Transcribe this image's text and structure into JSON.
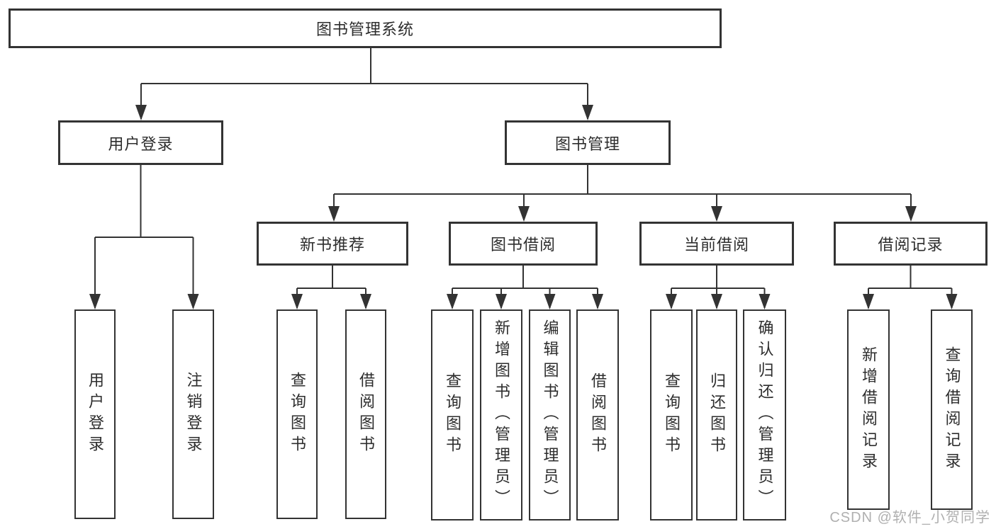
{
  "diagram": {
    "title": "图书管理系统",
    "type_hint": "hierarchy-tree",
    "colors": {
      "line": "#333333",
      "box_border": "#333333",
      "text": "#2d2d2d",
      "background": "#ffffff",
      "watermark": "#b0b0b0"
    },
    "watermark": "CSDN @软件_小贺同学",
    "nodes": {
      "root": "图书管理系统",
      "user_login": "用户登录",
      "book_management": "图书管理",
      "new_book_recommend": "新书推荐",
      "book_borrowing": "图书借阅",
      "current_borrowing": "当前借阅",
      "borrow_records": "借阅记录",
      "leaf_user_login": "用户登录",
      "leaf_logout": "注销登录",
      "leaf_nb_query_books": "查询图书",
      "leaf_nb_borrow_books": "借阅图书",
      "leaf_bb_query_books": "查询图书",
      "leaf_bb_add_books": "新增图书（管理员）",
      "leaf_bb_edit_books": "编辑图书（管理员）",
      "leaf_bb_borrow_books": "借阅图书",
      "leaf_cb_query_books": "查询图书",
      "leaf_cb_return_books": "归还图书",
      "leaf_cb_confirm_return": "确认归还（管理员）",
      "leaf_br_add_record": "新增借阅记录",
      "leaf_br_query_record": "查询借阅记录"
    },
    "edges": [
      [
        "root",
        "user_login"
      ],
      [
        "root",
        "book_management"
      ],
      [
        "user_login",
        "leaf_user_login"
      ],
      [
        "user_login",
        "leaf_logout"
      ],
      [
        "book_management",
        "new_book_recommend"
      ],
      [
        "book_management",
        "book_borrowing"
      ],
      [
        "book_management",
        "current_borrowing"
      ],
      [
        "book_management",
        "borrow_records"
      ],
      [
        "new_book_recommend",
        "leaf_nb_query_books"
      ],
      [
        "new_book_recommend",
        "leaf_nb_borrow_books"
      ],
      [
        "book_borrowing",
        "leaf_bb_query_books"
      ],
      [
        "book_borrowing",
        "leaf_bb_add_books"
      ],
      [
        "book_borrowing",
        "leaf_bb_edit_books"
      ],
      [
        "book_borrowing",
        "leaf_bb_borrow_books"
      ],
      [
        "current_borrowing",
        "leaf_cb_query_books"
      ],
      [
        "current_borrowing",
        "leaf_cb_return_books"
      ],
      [
        "current_borrowing",
        "leaf_cb_confirm_return"
      ],
      [
        "borrow_records",
        "leaf_br_add_record"
      ],
      [
        "borrow_records",
        "leaf_br_query_record"
      ]
    ]
  }
}
